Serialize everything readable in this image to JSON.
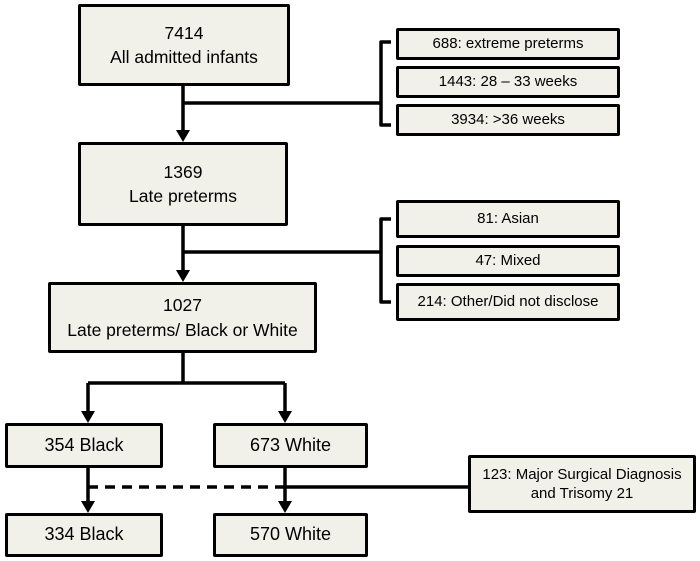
{
  "palette": {
    "background": "#ffffff",
    "box_fill": "#f1f0e9",
    "box_border": "#000000",
    "line_color": "#000000",
    "text_color": "#000000"
  },
  "flowchart": {
    "nodes": {
      "admitted": {
        "count": "7414",
        "label": "All admitted infants"
      },
      "late_preterms": {
        "count": "1369",
        "label": "Late preterms"
      },
      "late_preterms_bw": {
        "count": "1027",
        "label": "Late preterms/ Black or White"
      },
      "black_initial": {
        "label": "354 Black"
      },
      "white_initial": {
        "label": "673 White"
      },
      "black_final": {
        "label": "334 Black"
      },
      "white_final": {
        "label": "570 White"
      }
    },
    "exclusions_gestation": {
      "items": [
        "688: extreme preterms",
        "1443: 28 – 33 weeks",
        "3934: >36 weeks"
      ]
    },
    "exclusions_race": {
      "items": [
        "81: Asian",
        "47: Mixed",
        "214: Other/Did not disclose"
      ]
    },
    "exclusion_surgical": {
      "label": "123: Major Surgical Diagnosis and Trisomy 21"
    }
  }
}
